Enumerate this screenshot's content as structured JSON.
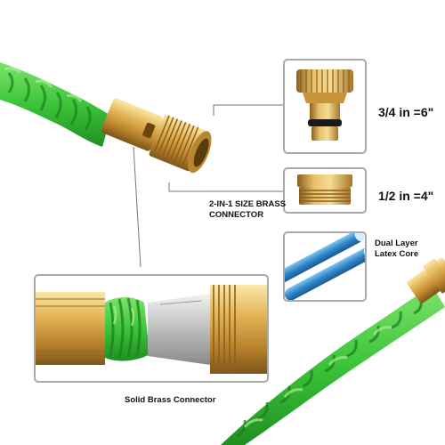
{
  "labels": {
    "three_quarter": "3/4 in =6\"",
    "half_inch": "1/2 in =4\"",
    "brass_connector": "2-IN-1 SIZE BRASS\nCONNECTOR",
    "dual_layer": "Dual Layer\nLatex Core",
    "solid_brass": "Solid Brass Connector"
  },
  "colors": {
    "hose_green": "#3cc43a",
    "hose_dark_green": "#1f8f22",
    "brass": "#d9a94a",
    "brass_dark": "#9a6b1f",
    "frame_gray": "#a9a9a9",
    "latex_blue": "#2f86c8"
  }
}
